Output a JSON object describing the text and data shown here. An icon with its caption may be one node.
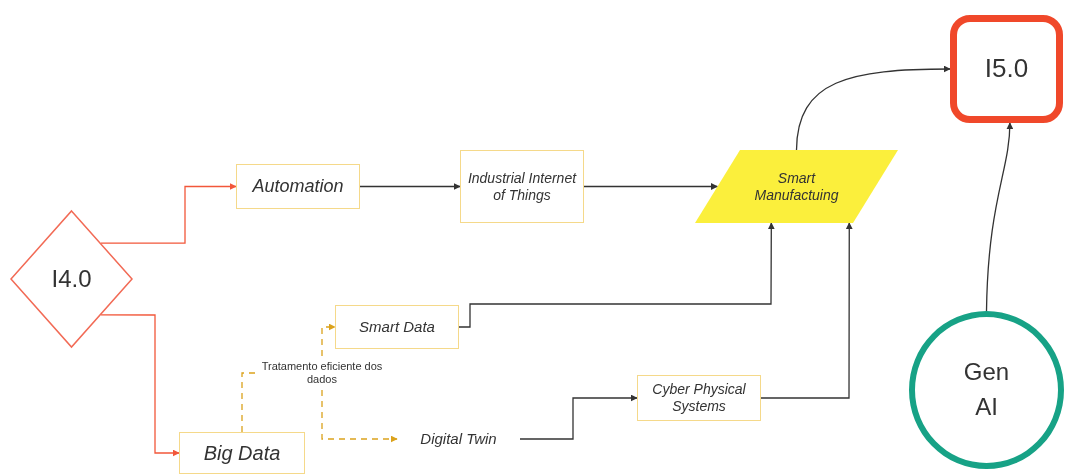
{
  "diagram": {
    "nodes": [
      {
        "text": [
          "I4.0"
        ]
      },
      {
        "text": [
          "Automation"
        ]
      },
      {
        "text": [
          "Industrial Internet of Things"
        ]
      },
      {
        "text": [
          "Smart Manufactuing"
        ]
      },
      {
        "text": [
          "I5.0"
        ]
      },
      {
        "text": [
          "Smart Data"
        ]
      },
      {
        "text": [
          "Tratamento eficiente dos dados"
        ]
      },
      {
        "text": [
          "Digital Twin"
        ]
      },
      {
        "text": [
          "Cyber Physical Systems"
        ]
      },
      {
        "text": [
          "Big Data"
        ]
      },
      {
        "text": [
          "Gen AI"
        ]
      }
    ],
    "edges": [
      {
        "from": 0,
        "to": 1,
        "arrow": "to",
        "color": "#f2573a"
      },
      {
        "from": 0,
        "to": 9,
        "arrow": "to",
        "color": "#f2573a"
      },
      {
        "from": 1,
        "to": 2,
        "arrow": "to"
      },
      {
        "from": 2,
        "to": 3,
        "arrow": "to"
      },
      {
        "from": 3,
        "to": 4,
        "arrow": "to"
      },
      {
        "from": 5,
        "to": 3,
        "arrow": "to"
      },
      {
        "from": 7,
        "to": 8,
        "arrow": "to"
      },
      {
        "from": 8,
        "to": 3,
        "arrow": "to"
      },
      {
        "from": 10,
        "to": 4,
        "arrow": "to"
      },
      {
        "from": 9,
        "to": 6,
        "arrow": "none",
        "style": "dashed",
        "color": "#dba21c"
      },
      {
        "from": 6,
        "to": 5,
        "arrow": "to",
        "style": "dashed",
        "color": "#dba21c"
      },
      {
        "from": 6,
        "to": 7,
        "arrow": "to",
        "style": "dashed",
        "color": "#dba21c"
      }
    ]
  }
}
